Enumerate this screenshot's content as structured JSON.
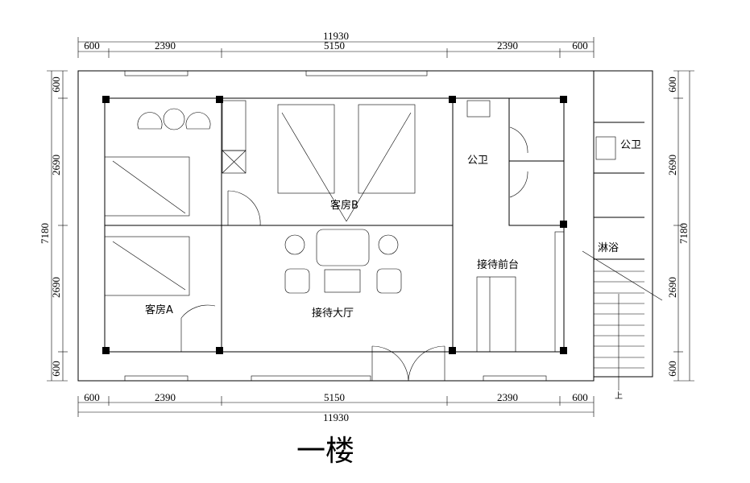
{
  "title": "一楼",
  "dimensions": {
    "top_total": "11930",
    "top_segments": [
      "600",
      "2390",
      "5150",
      "2390",
      "600"
    ],
    "bottom_total": "11930",
    "bottom_segments": [
      "600",
      "2390",
      "5150",
      "2390",
      "600"
    ],
    "left_total": "7180",
    "left_segments": [
      "600",
      "2690",
      "2690",
      "600"
    ],
    "right_total": "7180",
    "right_segments": [
      "600",
      "2690",
      "2690",
      "600"
    ]
  },
  "rooms": {
    "guest_room_a": "客房A",
    "guest_room_b": "客房B",
    "public_toilet_1": "公卫",
    "public_toilet_2": "公卫",
    "shower": "淋浴",
    "reception_desk": "接待前台",
    "reception_hall": "接待大厅"
  },
  "stair_label": "上"
}
